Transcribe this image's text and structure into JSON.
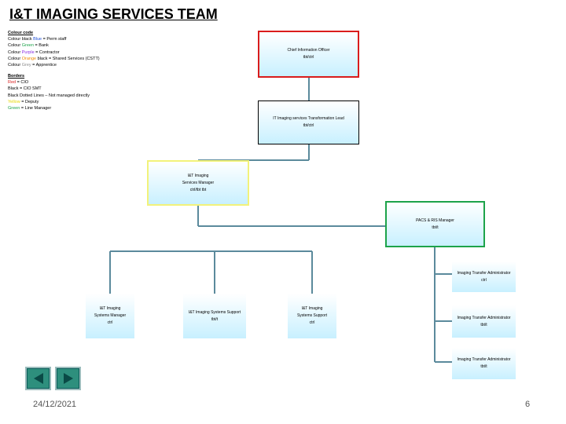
{
  "title": "I&T IMAGING SERVICES TEAM",
  "legend": {
    "colour_heading": "Colour code",
    "colour_items": [
      {
        "prefix": "Colour black ",
        "colour_word": "Blue",
        "suffix": " = Perm staff",
        "color": "#1f4fd6"
      },
      {
        "prefix": "Colour ",
        "colour_word": "Green",
        "suffix": " = Bank",
        "color": "#1da34a"
      },
      {
        "prefix": "Colour ",
        "colour_word": "Purple",
        "suffix": " = Contractor",
        "color": "#8a2be2"
      },
      {
        "prefix": "Colour ",
        "colour_word": "Orange",
        "suffix": " black = Shared Services (CSTT)",
        "color": "#f08a00"
      },
      {
        "prefix": "Colour ",
        "colour_word": "Grey",
        "suffix": " = Apprentice",
        "color": "#8c8c8c"
      }
    ],
    "border_heading": "Borders",
    "border_items": [
      {
        "colour_word": "Red",
        "suffix": " = CIO",
        "color": "#d91c1c"
      },
      {
        "colour_word": "",
        "suffix": "Black = CIO SMT",
        "color": "#000000"
      },
      {
        "colour_word": "",
        "suffix": "Black Dotted Lines – Not managed directly",
        "color": "#000000"
      },
      {
        "colour_word": "Yellow",
        "suffix": " = Deputy",
        "color": "#e6d800"
      },
      {
        "colour_word": "Green",
        "suffix": " = Line Manager",
        "color": "#1da34a"
      }
    ]
  },
  "nodes": {
    "cio": {
      "role": "Chief Information Officer",
      "name": "tbt/ctrl"
    },
    "transformation": {
      "role": "IT Imaging services Transformation Lead",
      "name": "tbt/ctrl"
    },
    "manager": {
      "role_l1": "I&T Imaging",
      "role_l2": "Services Manager",
      "name": "ctrl/tbt tbt"
    },
    "pacs": {
      "role": "PACS & RIS Manager",
      "name": "tbt/t"
    },
    "admin1": {
      "role": "Imaging Transfer Administrator",
      "name": "ctrl"
    },
    "admin2": {
      "role": "Imaging Transfer Administrator",
      "name": "tbt/t"
    },
    "admin3": {
      "role": "Imaging Transfer Administrator",
      "name": "tbt/t"
    },
    "sysmgr": {
      "role_l1": "I&T Imaging",
      "role_l2": "Systems Manager",
      "name": "ctrl"
    },
    "support1": {
      "role": "I&T Imaging Systems Support",
      "name": "tbt/t"
    },
    "support2": {
      "role_l1": "I&T Imaging",
      "role_l2": "Systems Support",
      "name": "ctrl"
    }
  },
  "footer": {
    "date": "24/12/2021",
    "page": "6"
  }
}
